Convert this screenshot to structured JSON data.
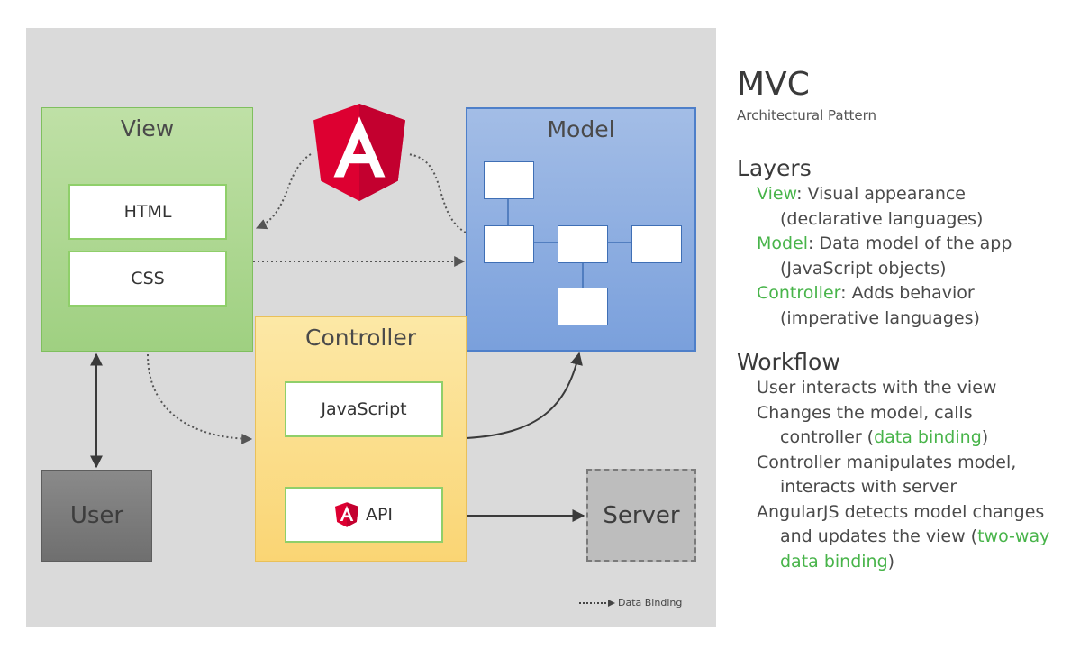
{
  "diagram": {
    "view": {
      "title": "View",
      "items": [
        "HTML",
        "CSS"
      ]
    },
    "model": {
      "title": "Model"
    },
    "controller": {
      "title": "Controller",
      "items": [
        "JavaScript",
        "API"
      ]
    },
    "user": {
      "title": "User"
    },
    "server": {
      "title": "Server"
    },
    "legend": "Data Binding",
    "logo_letter": "A",
    "icons": [
      "angular-logo-icon",
      "dotted-arrow-icon"
    ],
    "colors": {
      "view": "#9fd081",
      "model": "#7aa0dc",
      "controller": "#fad574",
      "user": "#777777",
      "server": "#bdbdbd",
      "angular_red": "#dd0031",
      "accent_green": "#48b44a"
    }
  },
  "sidebar": {
    "title": "MVC",
    "subtitle": "Architectural Pattern",
    "layers": {
      "heading": "Layers",
      "view": {
        "term": "View",
        "desc": ": Visual appearance",
        "detail": "(declarative languages)"
      },
      "model": {
        "term": "Model",
        "desc": ": Data model of the app",
        "detail": "(JavaScript objects)"
      },
      "controller": {
        "term": "Controller",
        "desc": ": Adds behavior",
        "detail": "(imperative languages)"
      }
    },
    "workflow": {
      "heading": "Workflow",
      "step1": "User interacts with the view",
      "step2a": "Changes the model, calls",
      "step2b_pre": "controller (",
      "step2b_term": "data binding",
      "step2b_post": ")",
      "step3a": "Controller manipulates model,",
      "step3b": "interacts with server",
      "step4a": "AngularJS detects model changes",
      "step4b_pre": "and updates the view (",
      "step4b_term1": "two-way",
      "step4c_term2": "data binding",
      "step4c_post": ")"
    }
  }
}
